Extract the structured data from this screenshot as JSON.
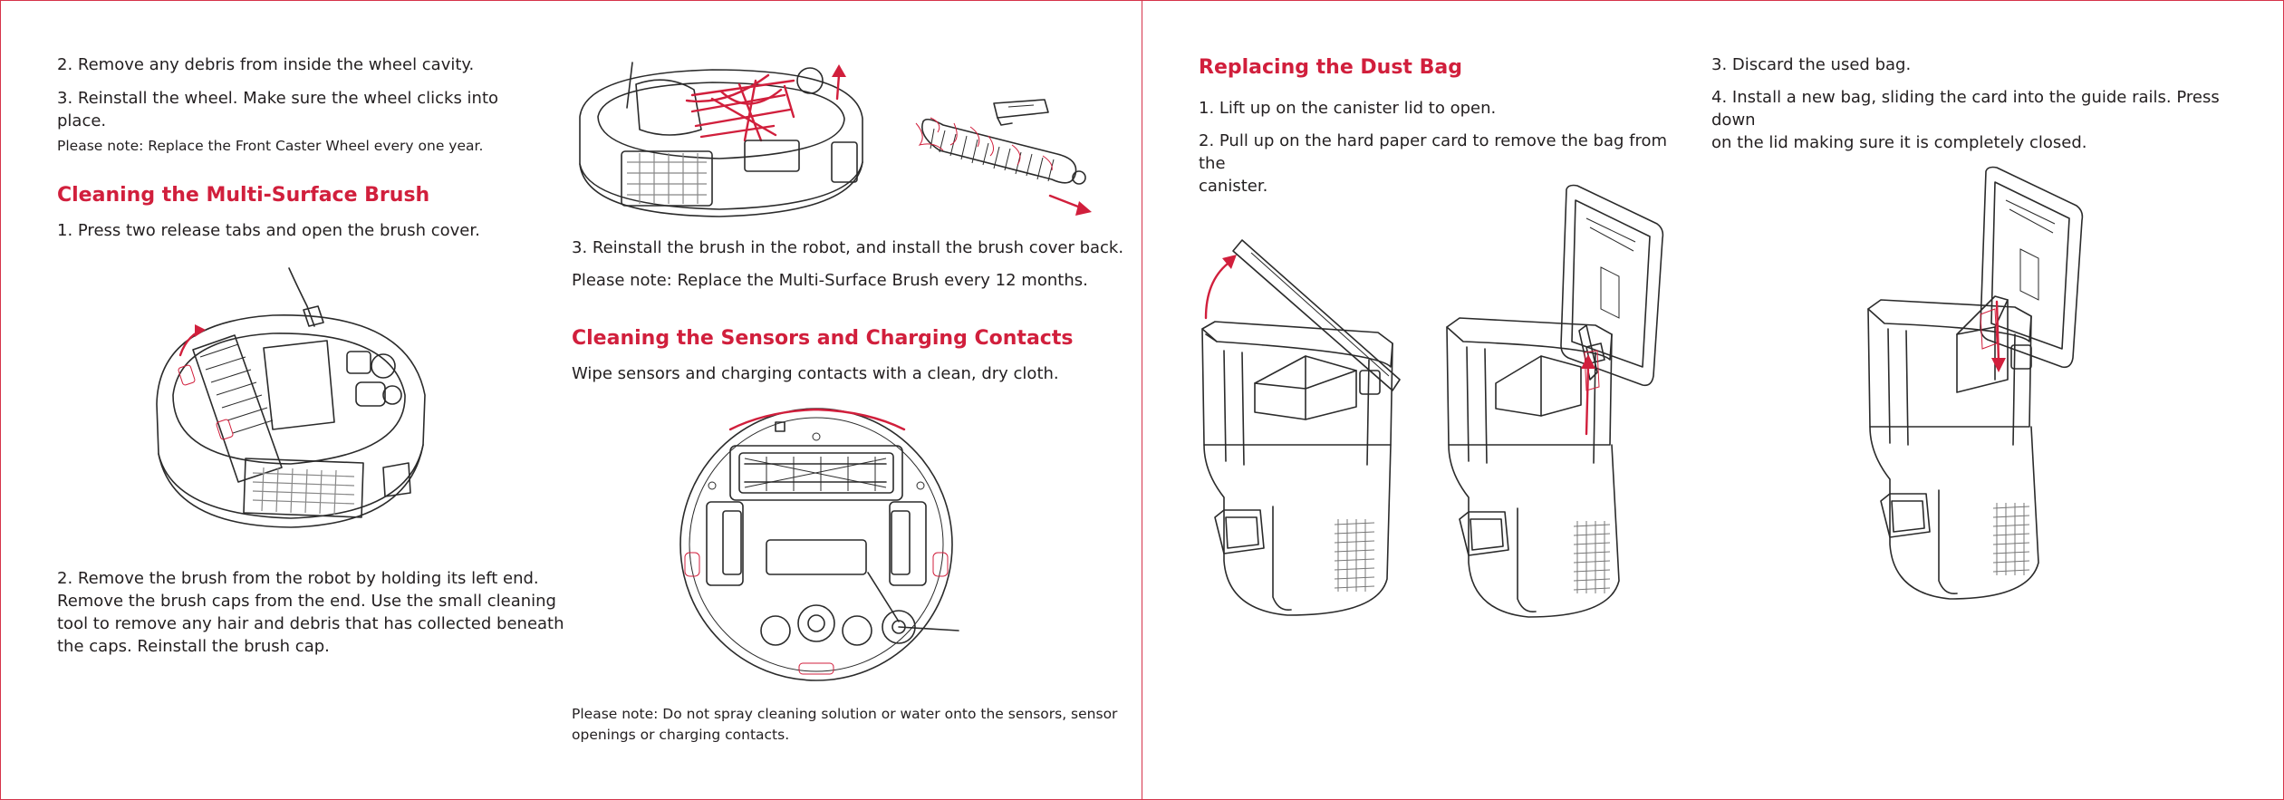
{
  "left_page": {
    "wheel": {
      "step2": "2. Remove any debris from inside the wheel cavity.",
      "step3": "3. Reinstall the wheel. Make sure the wheel clicks into place.",
      "note": "Please note: Replace the Front Caster Wheel every one year."
    },
    "brush": {
      "heading": "Cleaning the Multi-Surface Brush",
      "step1": "1. Press two release tabs and open the brush cover.",
      "step2_lines": [
        "2. Remove the brush from the robot by holding its left end.",
        "Remove the brush caps from the end. Use the small cleaning",
        "tool to remove any hair and debris that has collected beneath",
        "the caps. Reinstall the brush cap."
      ],
      "step3": "3. Reinstall the brush in the robot, and install the brush cover back.",
      "note": "Please note: Replace the Multi-Surface Brush every 12 months."
    },
    "sensors": {
      "heading": "Cleaning the Sensors and Charging Contacts",
      "body": "Wipe sensors and charging contacts with a clean, dry cloth.",
      "note_lines": [
        "Please note: Do not spray cleaning solution or water onto the sensors, sensor",
        "openings or charging contacts."
      ]
    }
  },
  "right_page": {
    "dustbag": {
      "heading": "Replacing the Dust Bag",
      "step1": "1. Lift up on the canister lid to open.",
      "step2_lines": [
        "2. Pull up on the hard paper card to remove the bag from the",
        "canister."
      ],
      "step3": "3. Discard the used bag.",
      "step4_lines": [
        "4. Install a new bag, sliding the card into the guide rails. Press down",
        "on the lid making sure it is completely closed."
      ]
    }
  },
  "colors": {
    "accent": "#d11f3c",
    "text": "#231f20",
    "border": "#d6334a"
  }
}
